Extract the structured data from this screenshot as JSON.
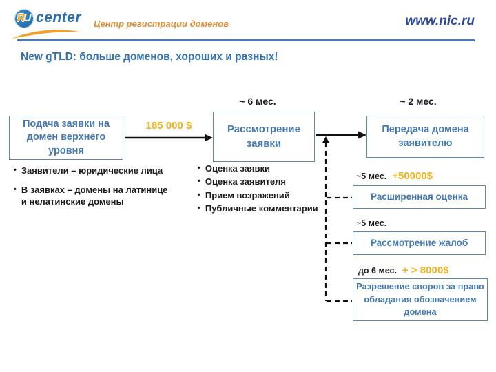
{
  "header": {
    "logo_r": "R",
    "logo_u": "U",
    "logo_center": "center",
    "tagline": "Центр регистрации доменов",
    "site": "www.nic.ru"
  },
  "title": "New gTLD: больше доменов, хороших и разных!",
  "flow": {
    "step1": "Подача заявки на домен верхнего уровня",
    "fee1": "185 000 $",
    "time1": "~ 6 мес.",
    "step2": "Рассмотрение заявки",
    "time2": "~ 2 мес.",
    "step3": "Передача домена заявителю"
  },
  "notes_left": [
    "Заявители – юридические лица",
    "В заявках – домены на латинице и нелатинские домены"
  ],
  "notes_middle": [
    "Оценка заявки",
    "Оценка заявителя",
    "Прием возражений",
    "Публичные комментарии"
  ],
  "side_steps": [
    {
      "time": "~5 мес.",
      "fee": "+50000$",
      "label": "Расширенная оценка"
    },
    {
      "time": "~5 мес.",
      "fee": "",
      "label": "Рассмотрение жалоб"
    },
    {
      "time": "до 6 мес.",
      "fee": "+ > 8000$",
      "label": "Разрешение споров за право обладания обозначением домена"
    }
  ],
  "colors": {
    "accent_blue": "#4a7ab5",
    "box_text_blue": "#4679ae",
    "title_blue": "#3471ae",
    "gold": "#eeb11f",
    "tagline_orange": "#e0903a",
    "site_navy": "#2c4a9b",
    "connector_black": "#111111"
  }
}
